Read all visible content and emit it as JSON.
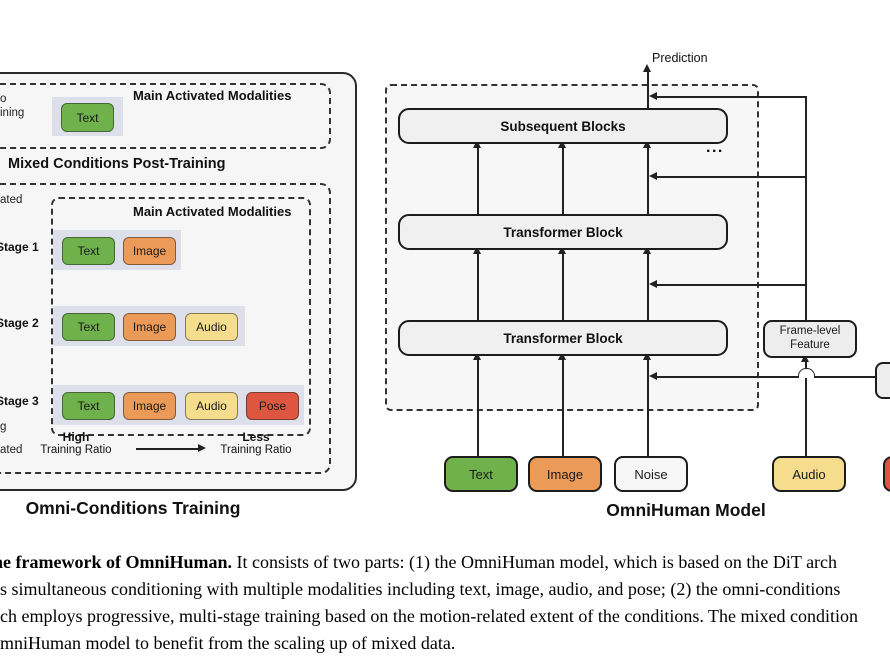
{
  "left_panel": {
    "pretrain": {
      "fragment_line1": "o",
      "fragment_line2": "ining",
      "box_title": "Main Activated Modalities",
      "modalities": [
        "Text"
      ]
    },
    "post_training_header": "Mixed Conditions Post-Training",
    "fragment_activated": "ated",
    "stages_box_title": "Main Activated Modalities",
    "stages": [
      {
        "label": "Stage 1",
        "modalities": [
          "Text",
          "Image"
        ]
      },
      {
        "label": "Stage 2",
        "modalities": [
          "Text",
          "Image",
          "Audio"
        ]
      },
      {
        "label": "Stage 3",
        "modalities": [
          "Text",
          "Image",
          "Audio",
          "Pose"
        ]
      }
    ],
    "ratio": {
      "left_bold": "High",
      "left_sub": "Training Ratio",
      "right_bold": "Less",
      "right_sub": "Training Ratio",
      "fragment_line1": "g",
      "fragment_line2": "ated"
    },
    "title": "Omni-Conditions Training"
  },
  "right_panel": {
    "prediction_label": "Prediction",
    "subsequent_block": "Subsequent Blocks",
    "transformer_block_upper": "Transformer Block",
    "transformer_block_lower": "Transformer Block",
    "ellipsis": "...",
    "frame_level_feature": {
      "line1": "Frame-level",
      "line2": "Feature"
    },
    "inputs": [
      {
        "label": "Text"
      },
      {
        "label": "Image"
      },
      {
        "label": "Noise"
      },
      {
        "label": "Audio"
      }
    ],
    "title": "OmniHuman Model"
  },
  "caption": {
    "line1_bold": "he framework of OmniHuman.",
    "line1_rest": " It consists of two parts: (1) the OmniHuman model, which is based on the DiT arch",
    "line2": "s simultaneous conditioning with multiple modalities including text, image, audio, and pose; (2) the omni-conditions",
    "line3": "ch employs progressive, multi-stage training based on the motion-related extent of the conditions. The mixed condition",
    "line4": "mniHuman model to benefit from the scaling up of mixed data."
  },
  "colors": {
    "text_modality": "#6fb24b",
    "image_modality": "#ec9a57",
    "audio_modality": "#f6dd8e",
    "pose_modality": "#de5540",
    "noise_fill": "#f7f7f7",
    "stage_container": "#dde0ea",
    "panel_fill": "#f6f6f7",
    "block_fill": "#f0f0f0",
    "line_color": "#222222"
  }
}
